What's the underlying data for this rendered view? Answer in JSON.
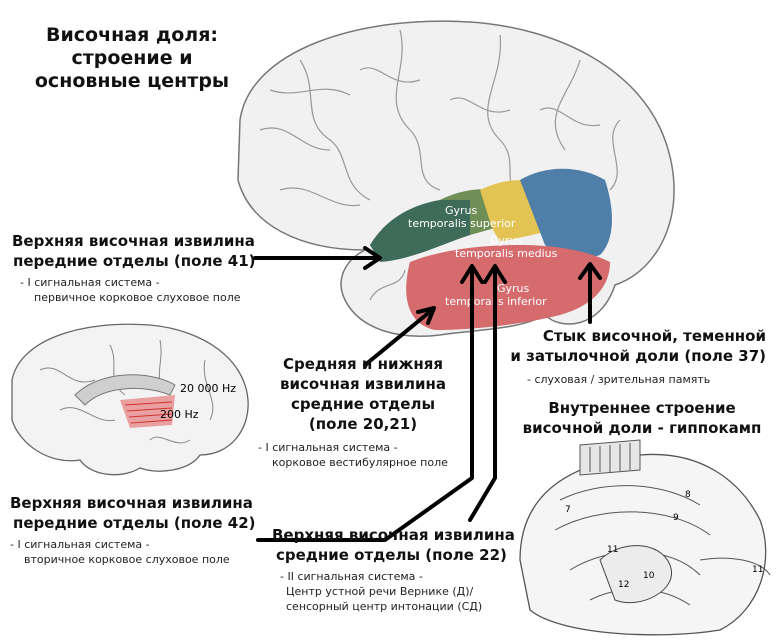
{
  "title": "Височная доля:\nстроение и\nосновные центры",
  "gyri": {
    "superior": [
      "Gyrus",
      "temporalis superior"
    ],
    "medius": [
      "Gyrus",
      "temporalis medius"
    ],
    "inferior": [
      "Gyrus",
      "temporalis inferior"
    ]
  },
  "inset": {
    "freq_high": "20 000 Hz",
    "freq_low": "200 Hz"
  },
  "hippocampus_labels": [
    "7",
    "8",
    "9",
    "10",
    "11",
    "12",
    "11"
  ],
  "blocks": {
    "field41": {
      "heading1": "Верхняя височная извилина",
      "heading2": "передние отделы (поле 41)",
      "note1": "- I сигнальная система -",
      "note2": "первичное корковое слуховое поле"
    },
    "field37": {
      "heading1": "Стык височной, теменной",
      "heading2": "и затылочной доли (поле 37)",
      "note1": "- слуховая / зрительная память"
    },
    "field2021": {
      "heading1": "Средняя и нижняя",
      "heading2": "височная извилина",
      "heading3": "средние отделы",
      "heading4": "(поле 20,21)",
      "note1": "- I сигнальная система -",
      "note2": "корковое вестибулярное поле"
    },
    "hippo": {
      "heading1": "Внутреннее строение",
      "heading2": "височной доли - гиппокамп"
    },
    "field42": {
      "heading1": "Верхняя височная извилина",
      "heading2": "передние отделы (поле 42)",
      "note1": "- I сигнальная система -",
      "note2": "вторичное корковое слуховое поле"
    },
    "field22": {
      "heading1": "Верхняя височная извилина",
      "heading2": "средние отделы (поле 22)",
      "note1": "- II сигнальная система -",
      "note2": "Центр устной речи Вернике (Д)/",
      "note3": "сенсорный центр интонации (СД)"
    }
  },
  "colors": {
    "superior_anterior": "#3f6b5a",
    "superior_mid": "#6f8f57",
    "yellow": "#e3c353",
    "blue": "#4f7fa8",
    "red": "#d66b6d",
    "arrow": "#000000"
  }
}
